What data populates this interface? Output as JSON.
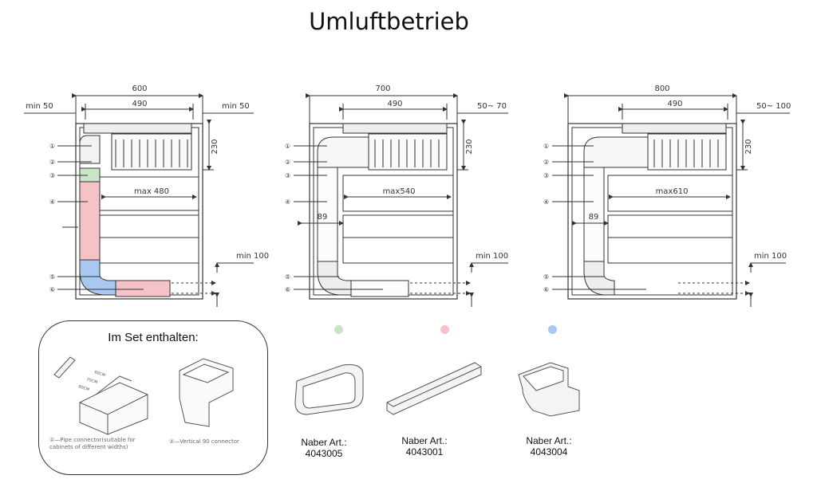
{
  "title": "Umluftbetrieb",
  "diagrams": [
    {
      "width": "600",
      "inner": "490",
      "left_gap": "min 50",
      "right_gap": "min 50",
      "height": "230",
      "max": "max 480",
      "bottom": "min 100"
    },
    {
      "width": "700",
      "inner": "490",
      "right_gap": "50~ 70",
      "height": "230",
      "max": "max540",
      "side": "89",
      "bottom": "min 100"
    },
    {
      "width": "800",
      "inner": "490",
      "right_gap": "50~ 100",
      "height": "230",
      "max": "max610",
      "side": "89",
      "bottom": "min 100"
    }
  ],
  "part_numbers": [
    "①",
    "②",
    "③",
    "④",
    "⑤",
    "⑥"
  ],
  "set": {
    "title": "Im Set enthalten:",
    "caption_1": "①—Pipe connector(suitable for cabinets of different widths)",
    "caption_2": "②—Vertical 90 connector",
    "sizes": [
      "60CM",
      "70CM",
      "80CM"
    ]
  },
  "products": [
    {
      "label": "Naber Art.:",
      "number": "4043005",
      "color": "#c8e6c4"
    },
    {
      "label": "Naber Art.:",
      "number": "4043001",
      "color": "#f5c2c7"
    },
    {
      "label": "Naber Art.:",
      "number": "4043004",
      "color": "#a9c8ef"
    }
  ]
}
